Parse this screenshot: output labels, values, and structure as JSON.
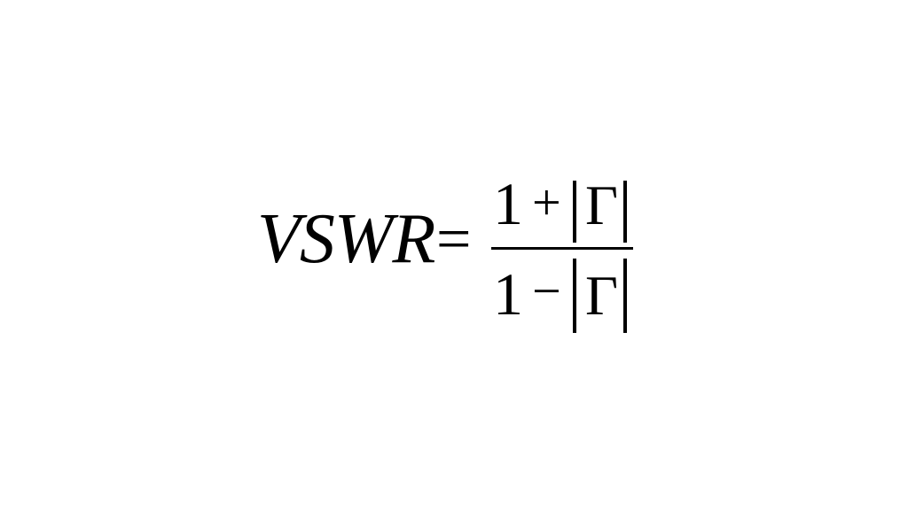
{
  "formula": {
    "lhs": "VSWR",
    "equals": "=",
    "numerator": {
      "one": "1",
      "op": "+",
      "abs_open": "|",
      "symbol": "Γ",
      "abs_close": "|"
    },
    "denominator": {
      "one": "1",
      "op": "−",
      "abs_open": "|",
      "symbol": "Γ",
      "abs_close": "|"
    },
    "latex": "VSWR = \\frac{1 + |\\Gamma|}{1 - |\\Gamma|}"
  }
}
